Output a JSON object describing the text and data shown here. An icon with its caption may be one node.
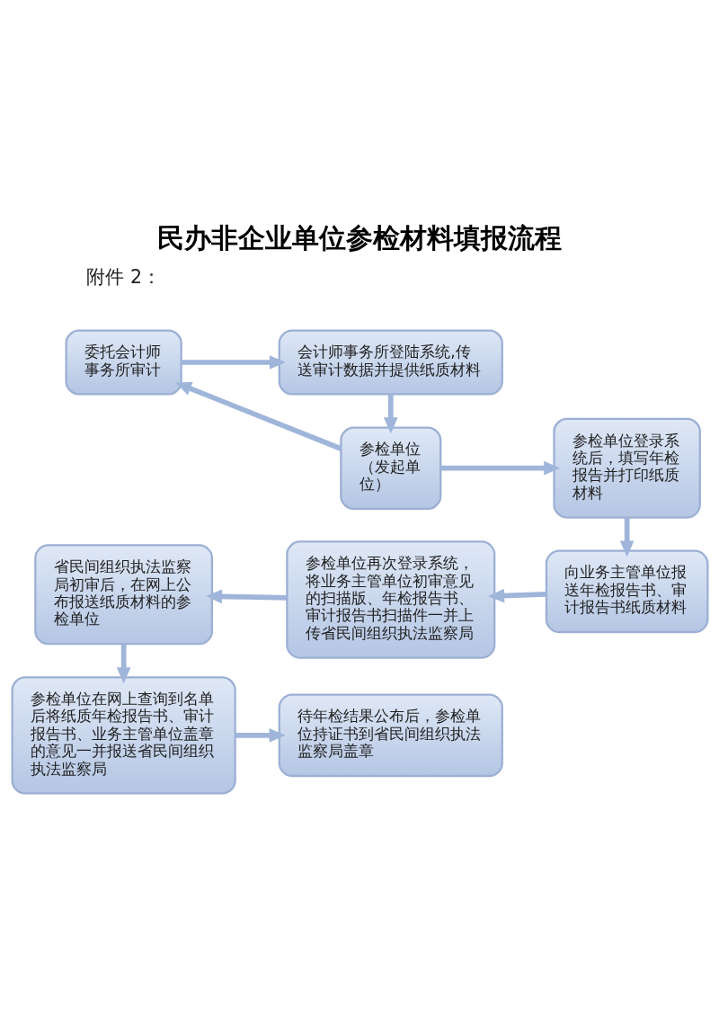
{
  "diagram": {
    "title": "民办非企业单位参检材料填报流程",
    "nodes": [
      {
        "text": [
          "会计师事务所登陆系统,传送审计数据并提供纸质材料"
        ]
      },
      {
        "text": [
          "委托会计师事务所审计"
        ]
      },
      {
        "text": [
          "参检单位（发起单位）"
        ]
      },
      {
        "text": [
          "参检单位登录系统后，填写年检报告并打印纸质材料"
        ]
      },
      {
        "text": [
          "省民间组织执法监察局初审后，在网上公布报送纸质材料的参检单位"
        ]
      },
      {
        "text": [
          "参检单位再次登录系统，将业务主管单位初审意见的扫描版、年检报告书、审计报告书扫描件一并上传省民间组织执法监察局"
        ]
      },
      {
        "text": [
          "向业务主管单位报送年检报告书、审计报告书纸质材料"
        ]
      },
      {
        "text": [
          "参检单位在网上查询到名单后将纸质年检报告书、审计报告书、业务主管单位盖章的意见一并报送省民间组织执法监察局"
        ]
      },
      {
        "text": [
          "待年检结果公布后，参检单位持证书到省民间组织执法监察局盖章"
        ]
      }
    ],
    "edges": [
      {
        "from": 2,
        "to": 1,
        "arrow": "to"
      },
      {
        "from": 1,
        "to": 0,
        "arrow": "to"
      },
      {
        "from": 0,
        "to": 2,
        "arrow": "to"
      },
      {
        "from": 2,
        "to": 3,
        "arrow": "to"
      },
      {
        "from": 3,
        "to": 6,
        "arrow": "to"
      },
      {
        "from": 6,
        "to": 5,
        "arrow": "to"
      },
      {
        "from": 5,
        "to": 4,
        "arrow": "to"
      },
      {
        "from": 4,
        "to": 7,
        "arrow": "to"
      },
      {
        "from": 7,
        "to": 8,
        "arrow": "to"
      }
    ],
    "labels": [
      "附件 2："
    ]
  }
}
